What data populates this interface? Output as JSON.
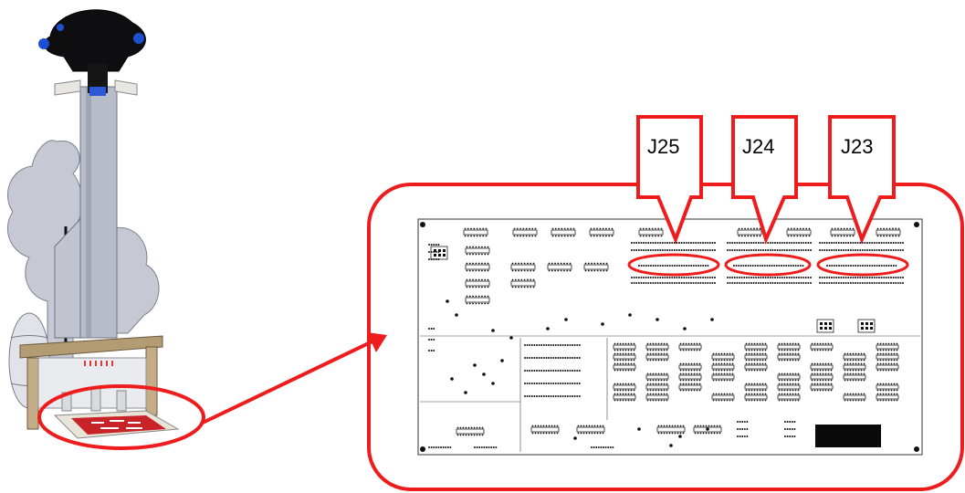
{
  "callouts": [
    {
      "label": "J25"
    },
    {
      "label": "J24"
    },
    {
      "label": "J23"
    }
  ],
  "colors": {
    "highlight": "#ee1c1c",
    "tower": "#b8bcc8",
    "tower_dark": "#8e94a3",
    "wood": "#b39b74",
    "board": "#ffffff",
    "trace": "#1a1a1a"
  }
}
